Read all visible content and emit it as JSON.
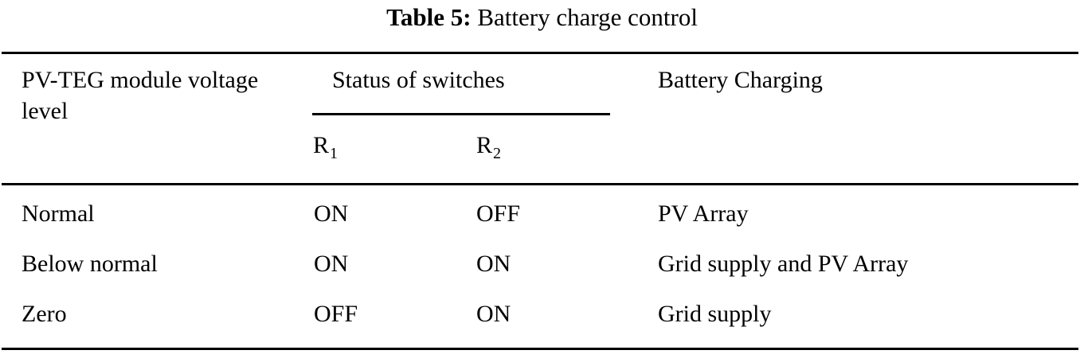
{
  "caption": {
    "label": "Table 5:",
    "text": "Battery charge control"
  },
  "table": {
    "headers": {
      "col_level": "PV-TEG module voltage level",
      "group_switches": "Status of switches",
      "sub_r1": "R",
      "sub_r1_index": "1",
      "sub_r2": "R",
      "sub_r2_index": "2",
      "col_charging": "Battery Charging"
    },
    "rows": [
      {
        "level": "Normal",
        "r1": "ON",
        "r2": "OFF",
        "charging": "PV Array"
      },
      {
        "level": "Below normal",
        "r1": "ON",
        "r2": "ON",
        "charging": "Grid supply and PV Array"
      },
      {
        "level": "Zero",
        "r1": "OFF",
        "r2": "ON",
        "charging": "Grid supply"
      }
    ]
  },
  "colors": {
    "text": "#000000",
    "background": "#ffffff",
    "rule": "#000000"
  }
}
